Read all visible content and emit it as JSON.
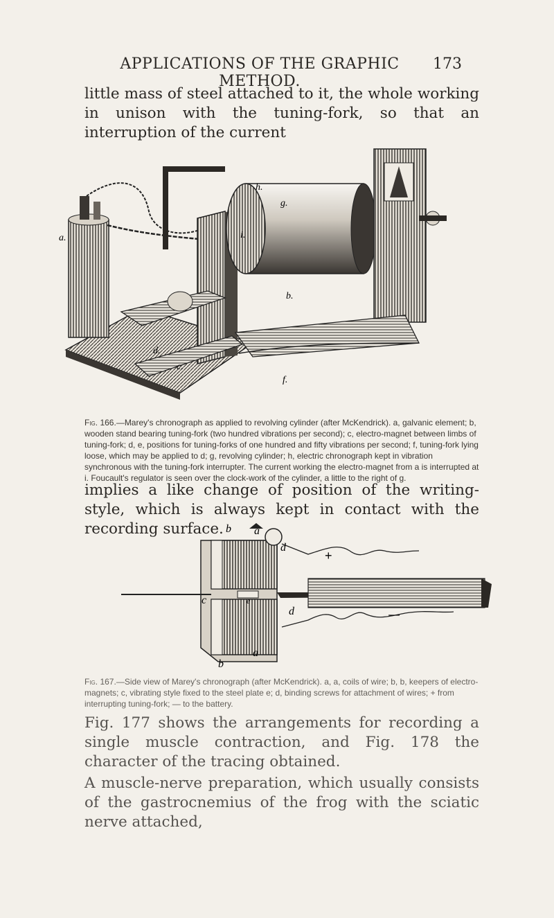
{
  "header": {
    "title": "APPLICATIONS OF THE GRAPHIC METHOD.",
    "page_number": "173"
  },
  "paragraphs": {
    "p1": "little mass of steel attached to it, the whole working in unison with the tuning-fork, so that an interruption of the current",
    "p2": "implies a like change of position of the writing-style, which is always kept in contact with the recording surface.",
    "p3": "Fig. 177 shows the arrangements for recording a single muscle contraction, and Fig. 178 the character of the tracing obtained.",
    "p4": "A muscle-nerve preparation, which usually consists of the gastrocnemius of the frog with the sciatic nerve attached,"
  },
  "figures": {
    "fig166": {
      "labels": {
        "a": "a.",
        "b": "b.",
        "c": "c.",
        "d": "d.",
        "f": "f.",
        "g": "g.",
        "h": "h.",
        "i": "i."
      },
      "caption_lead": "Fig. 166.",
      "caption_text": "—Marey's chronograph as applied to revolving cylinder (after McKendrick). a, galvanic element; b, wooden stand bearing tuning-fork (two hundred vibrations per second); c, electro-magnet between limbs of tuning-fork; d, e, positions for tuning-forks of one hundred and fifty vibrations per second; f, tuning-fork lying loose, which may be applied to d; g, revolving cylinder; h, electric chronograph kept in vibration synchronous with the tuning-fork interrupter. The current working the electro-magnet from a is interrupted at i. Foucault's regulator is seen over the clock-work of the cylinder, a little to the right of g."
    },
    "fig167": {
      "labels": {
        "b_top": "b",
        "a_top": "a",
        "d_top": "d",
        "plus": "+",
        "c": "c",
        "e": "e",
        "d_bottom": "d",
        "minus": "—",
        "b_bottom": "b",
        "a_bottom": "a"
      },
      "caption_lead": "Fig. 167.",
      "caption_text": "—Side view of Marey's chronograph (after McKendrick). a, a, coils of wire; b, b, keepers of electro-magnets; c, vibrating style fixed to the steel plate e; d, binding screws for attachment of wires; + from interrupting tuning-fork; — to the battery."
    }
  }
}
